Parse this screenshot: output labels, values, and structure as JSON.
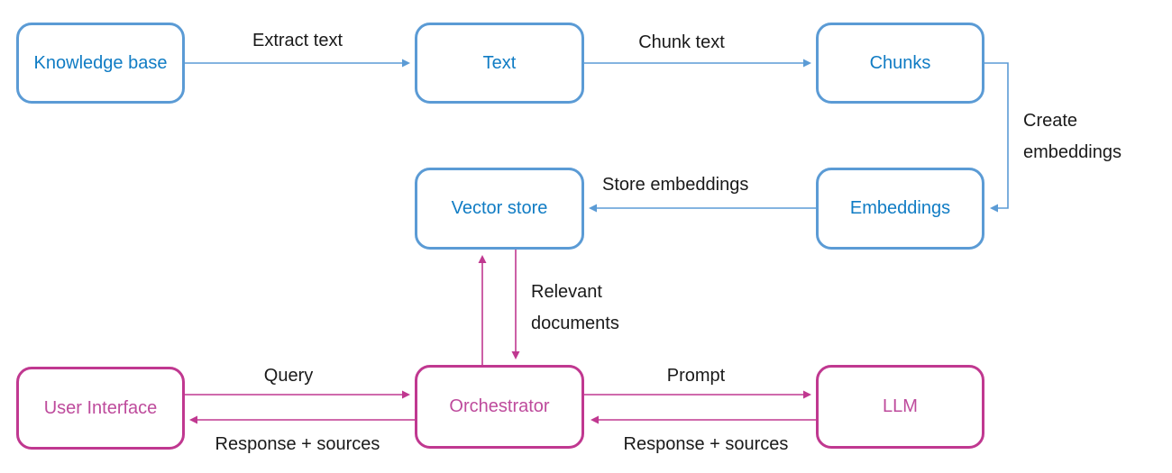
{
  "diagram": {
    "type": "flowchart",
    "colors": {
      "blue_border": "#5B9BD5",
      "blue_text": "#107CC4",
      "magenta_border": "#C03890",
      "magenta_text": "#BE4B9C",
      "label_text": "#1A1A1A",
      "background": "#FFFFFF"
    },
    "nodes": {
      "knowledge_base": {
        "label": "Knowledge base"
      },
      "text": {
        "label": "Text"
      },
      "chunks": {
        "label": "Chunks"
      },
      "vector_store": {
        "label": "Vector store"
      },
      "embeddings": {
        "label": "Embeddings"
      },
      "user_interface": {
        "label": "User Interface"
      },
      "orchestrator": {
        "label": "Orchestrator"
      },
      "llm": {
        "label": "LLM"
      }
    },
    "edges": {
      "extract_text": {
        "label": "Extract text"
      },
      "chunk_text": {
        "label": "Chunk text"
      },
      "create_embeddings": {
        "label": "Create embeddings"
      },
      "store_embeddings": {
        "label": "Store embeddings"
      },
      "relevant_documents": {
        "label": "Relevant documents"
      },
      "query": {
        "label": "Query"
      },
      "response_sources_ui": {
        "label": "Response + sources"
      },
      "prompt": {
        "label": "Prompt"
      },
      "response_sources_llm": {
        "label": "Response + sources"
      }
    }
  }
}
